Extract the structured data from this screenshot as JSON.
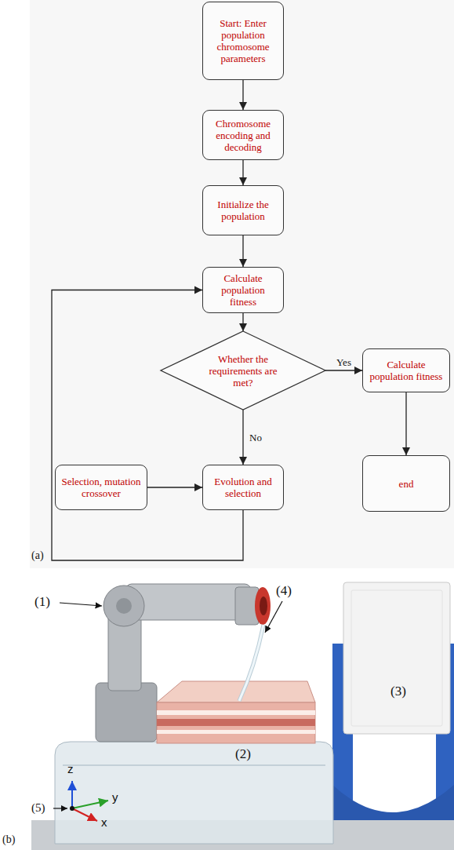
{
  "diagram": {
    "nodes": [
      {
        "text": [
          "Start: Enter population chromosome parameters"
        ]
      },
      {
        "text": [
          "Chromosome encoding and decoding"
        ]
      },
      {
        "text": [
          "Initialize the population"
        ]
      },
      {
        "text": [
          "Calculate population fitness"
        ]
      },
      {
        "text": [
          "Whether the requirements are met?"
        ]
      },
      {
        "text": [
          "Calculate population fitness"
        ]
      },
      {
        "text": [
          "Selection, mutation crossover"
        ]
      },
      {
        "text": [
          "Evolution and selection"
        ]
      },
      {
        "text": [
          "end"
        ]
      }
    ],
    "edges": [
      {
        "from": 0,
        "to": 1,
        "arrow": "to"
      },
      {
        "from": 1,
        "to": 2,
        "arrow": "to"
      },
      {
        "from": 2,
        "to": 3,
        "arrow": "to"
      },
      {
        "from": 3,
        "to": 4,
        "arrow": "to"
      },
      {
        "from": 4,
        "to": 5,
        "label": "Yes",
        "arrow": "to"
      },
      {
        "from": 4,
        "to": 7,
        "label": "No",
        "arrow": "to"
      },
      {
        "from": 5,
        "to": 8,
        "arrow": "to"
      },
      {
        "from": 6,
        "to": 7,
        "arrow": "to"
      },
      {
        "from": 7,
        "to": 3,
        "arrow": "to"
      }
    ],
    "labels": [
      "(a)",
      "(1)",
      "(4)",
      "(3)",
      "(2)",
      "z",
      "y",
      "(5)",
      "x",
      "(b)"
    ]
  }
}
